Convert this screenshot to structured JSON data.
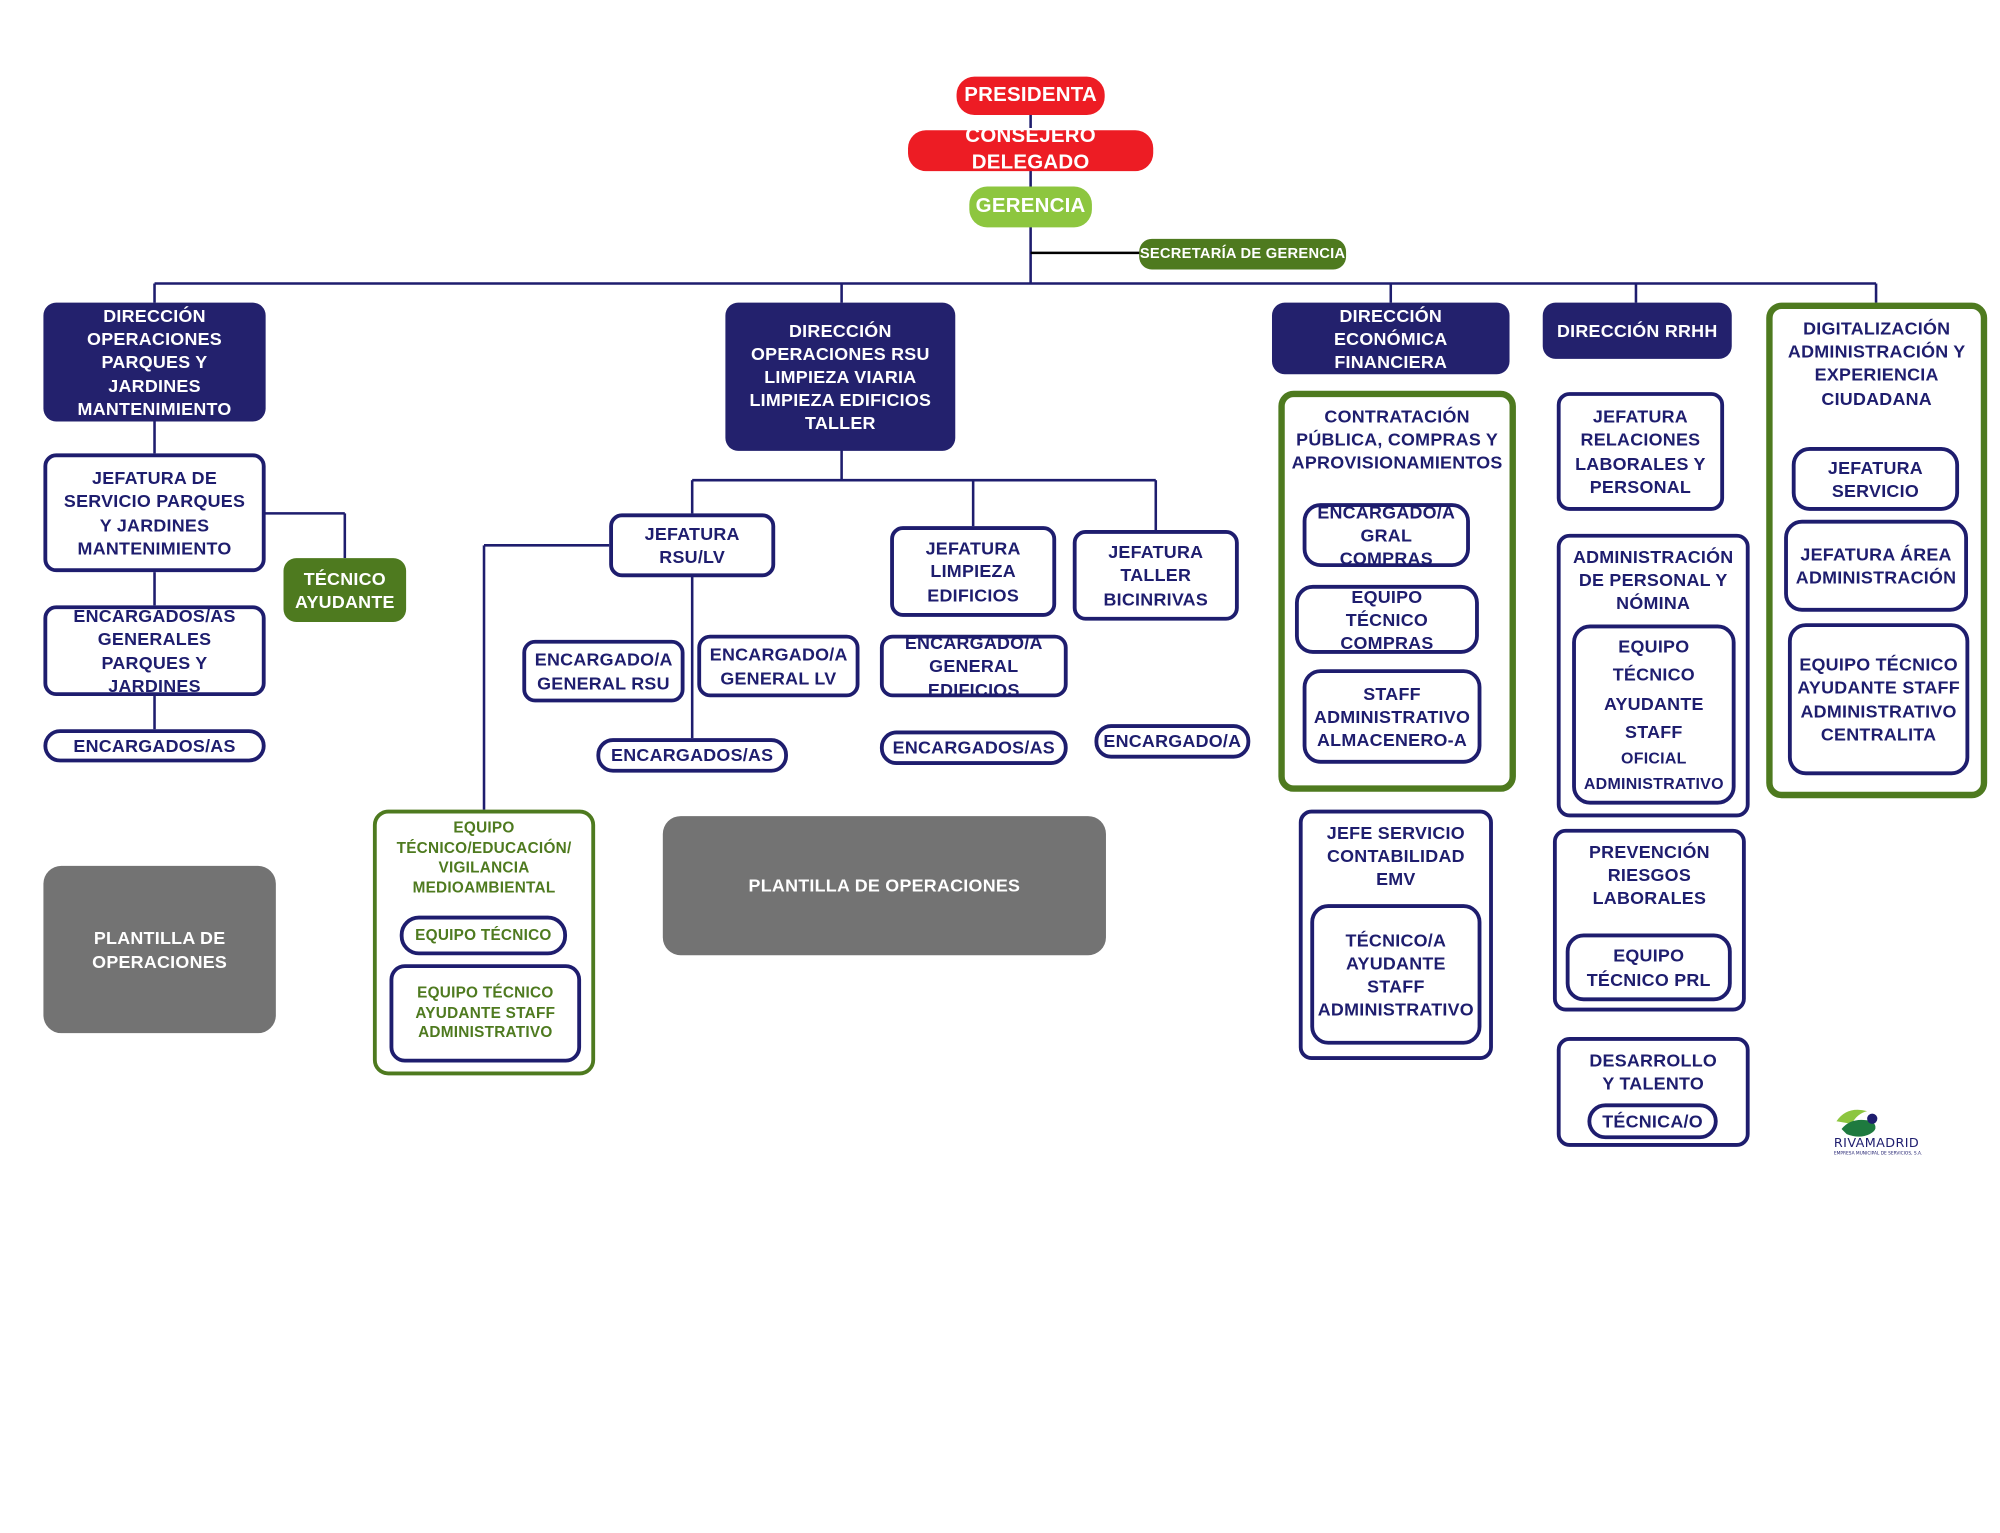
{
  "top": {
    "presidenta": "PRESIDENTA",
    "consejero": "CONSEJERO DELEGADO",
    "gerencia": "GERENCIA",
    "secretaria": "SECRETARÍA DE GERENCIA"
  },
  "parques": {
    "direccion": "DIRECCIÓN OPERACIONES PARQUES Y JARDINES MANTENIMIENTO",
    "jefatura": "JEFATURA DE SERVICIO PARQUES Y JARDINES MANTENIMIENTO",
    "tecnico": "TÉCNICO AYUDANTE",
    "encargados_generales": "ENCARGADOS/AS GENERALES PARQUES Y JARDINES",
    "encargados": "ENCARGADOS/AS",
    "plantilla": "PLANTILLA DE OPERACIONES"
  },
  "rsu": {
    "direccion": "DIRECCIÓN OPERACIONES RSU LIMPIEZA VIARIA LIMPIEZA EDIFICIOS TALLER",
    "jefatura_rsu": "JEFATURA RSU/LV",
    "jefatura_limpieza": "JEFATURA LIMPIEZA EDIFICIOS",
    "jefatura_taller": "JEFATURA TALLER BICINRIVAS",
    "enc_general_rsu": "ENCARGADO/A GENERAL RSU",
    "enc_general_lv": "ENCARGADO/A GENERAL LV",
    "enc_general_edificios": "ENCARGADO/A GENERAL EDIFICIOS",
    "encargados_rsu": "ENCARGADOS/AS",
    "encargados_edificios": "ENCARGADOS/AS",
    "encargado_taller": "ENCARGADO/A",
    "equipo_edu": "EQUIPO TÉCNICO/EDUCACIÓN/ VIGILANCIA MEDIOAMBIENTAL",
    "equipo_tecnico": "EQUIPO TÉCNICO",
    "equipo_ayudante": "EQUIPO TÉCNICO AYUDANTE STAFF ADMINISTRATIVO",
    "plantilla": "PLANTILLA DE OPERACIONES"
  },
  "economica": {
    "direccion": "DIRECCIÓN ECONÓMICA FINANCIERA",
    "contratacion": "CONTRATACIÓN PÚBLICA, COMPRAS Y APROVISIONAMIENTOS",
    "enc_compras": "ENCARGADO/A GRAL COMPRAS",
    "equipo_compras": "EQUIPO TÉCNICO COMPRAS",
    "staff": "STAFF ADMINISTRATIVO ALMACENERO-A",
    "jefe_contabilidad": "JEFE SERVICIO CONTABILIDAD EMV",
    "tecnico_contabilidad": "TÉCNICO/A AYUDANTE STAFF ADMINISTRATIVO"
  },
  "rrhh": {
    "direccion": "DIRECCIÓN RRHH",
    "jefatura": "JEFATURA RELACIONES LABORALES Y PERSONAL",
    "administracion": "ADMINISTRACIÓN DE PERSONAL Y NÓMINA",
    "equipo_line1": "EQUIPO TÉCNICO AYUDANTE STAFF",
    "equipo_line2": "OFICIAL ADMINISTRATIVO",
    "prevencion": "PREVENCIÓN RIESGOS LABORALES",
    "equipo_prl": "EQUIPO TÉCNICO PRL",
    "desarrollo": "DESARROLLO Y TALENTO",
    "tecnica": "TÉCNICA/O"
  },
  "digital": {
    "direccion": "DIGITALIZACIÓN ADMINISTRACIÓN Y EXPERIENCIA CIUDADANA",
    "jefatura_servicio": "JEFATURA SERVICIO",
    "jefatura_area": "JEFATURA ÁREA ADMINISTRACIÓN",
    "equipo": "EQUIPO TÉCNICO AYUDANTE STAFF ADMINISTRATIVO CENTRALITA"
  },
  "logo": {
    "name": "RIVAMADRID",
    "subtitle": "EMPRESA MUNICIPAL DE SERVICIOS, S.A."
  },
  "colors": {
    "navy": "#1e1d6e",
    "red": "#ed1c24",
    "light_green": "#8dc63f",
    "dark_green": "#4e7a1f",
    "gray": "#737373"
  }
}
